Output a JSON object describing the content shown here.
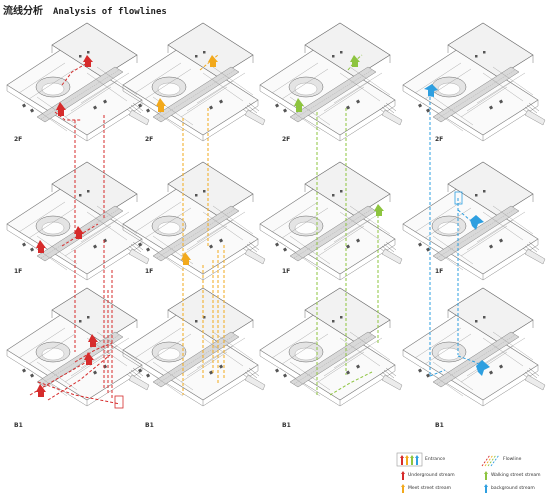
{
  "title": {
    "cn": "流线分析",
    "en": "Analysis of flowlines"
  },
  "floor_labels": [
    "2F",
    "1F",
    "B1"
  ],
  "columns": [
    {
      "stream": "underground",
      "color": "#d62b2b"
    },
    {
      "stream": "meet_street",
      "color": "#f2a91c"
    },
    {
      "stream": "walking_street",
      "color": "#8dc43f"
    },
    {
      "stream": "background",
      "color": "#2e9fe0"
    }
  ],
  "legend": {
    "entrance": "Entrance",
    "flowline": "Flowline",
    "underground": "Underground stream",
    "walking": "Walking street stream",
    "meet": "Meet street stream",
    "background": "background stream"
  }
}
